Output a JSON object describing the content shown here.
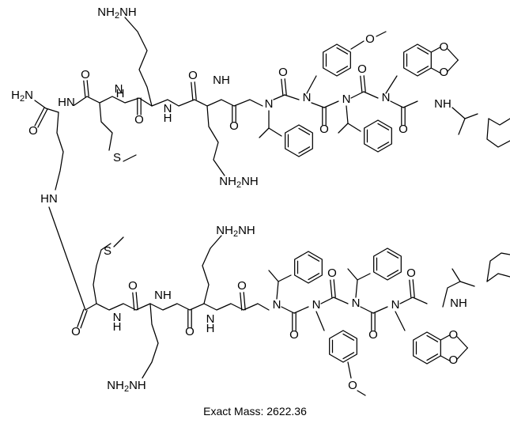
{
  "caption": "Exact Mass: 2622.36",
  "labels": {
    "nh2": "NH",
    "h2n": "H",
    "n": "N",
    "h": "H",
    "nh": "NH",
    "hn": "HN",
    "o": "O",
    "s": "S",
    "sub2": "2"
  },
  "colors": {
    "ink": "#000000",
    "background": "#ffffff"
  }
}
